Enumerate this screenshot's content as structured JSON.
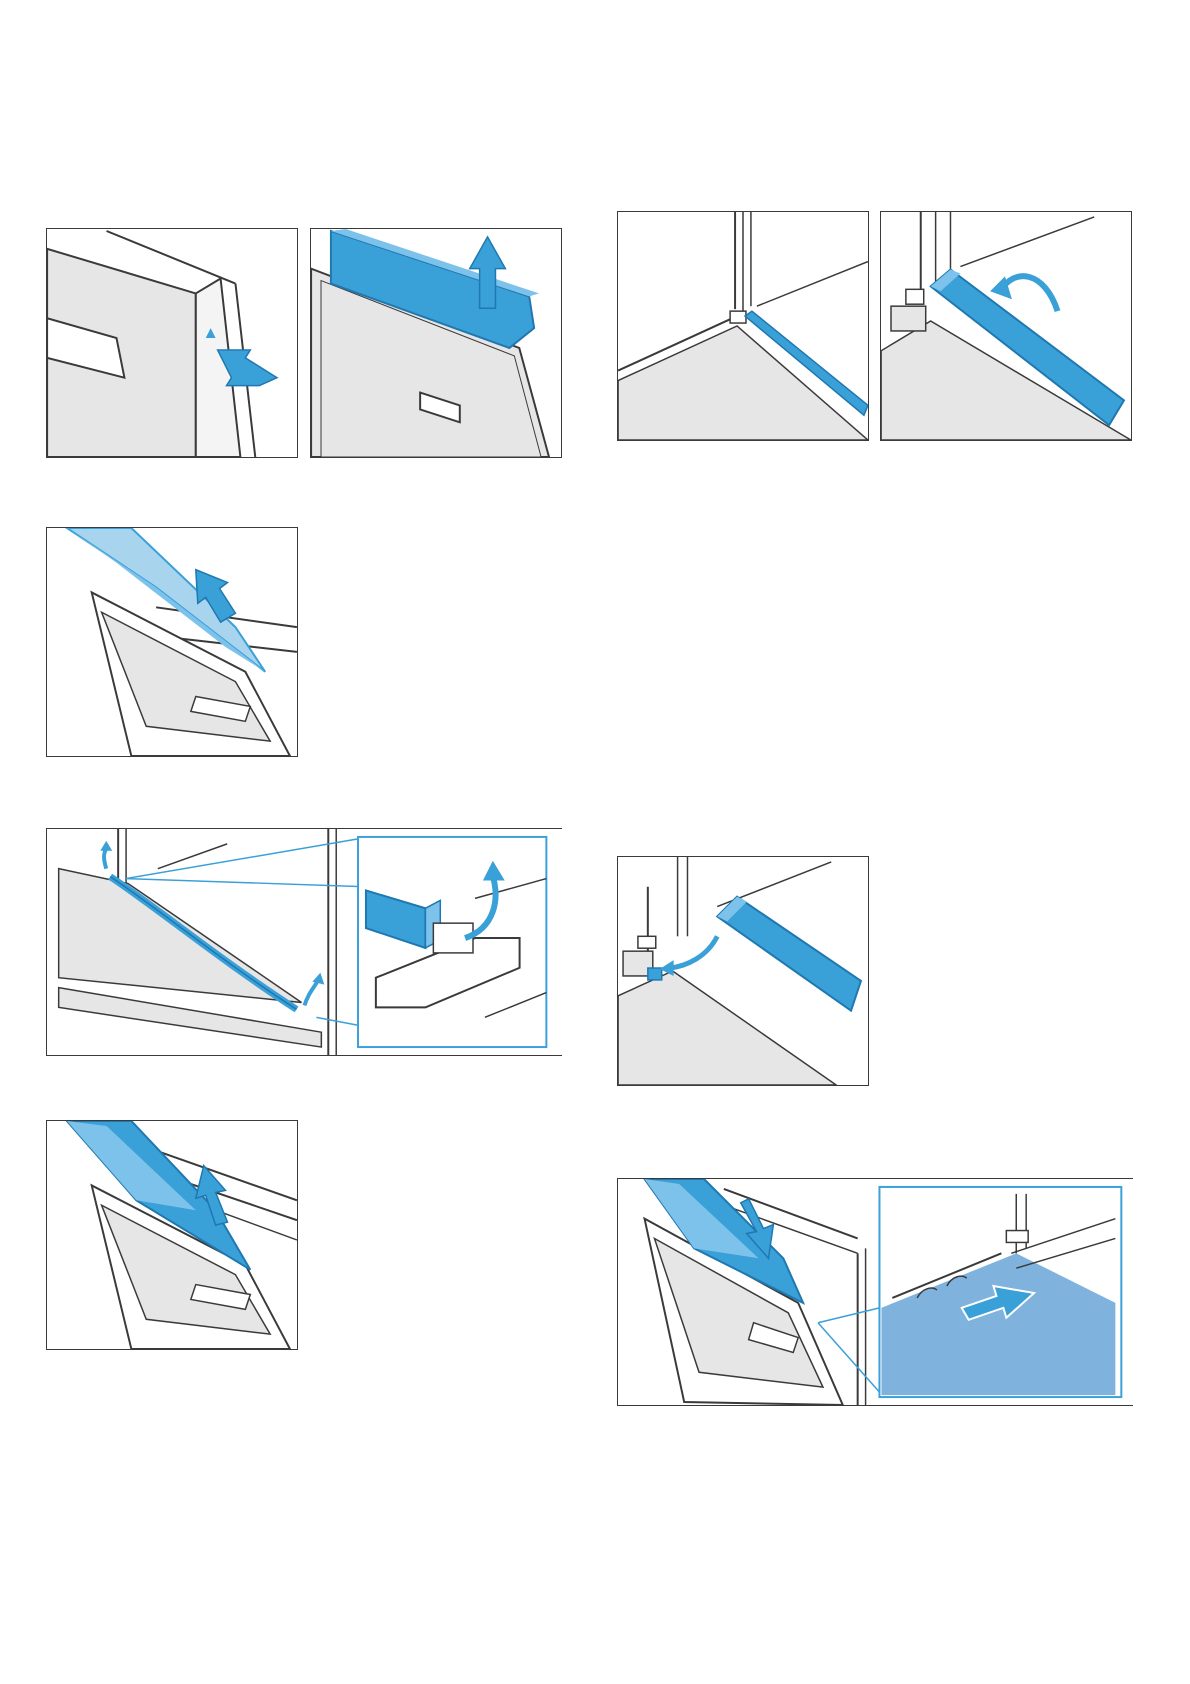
{
  "page": {
    "background": "#ffffff",
    "colors": {
      "accent_blue": "#3aa0d8",
      "accent_blue_light": "#a9d4ee",
      "line": "#3a3a3a",
      "panel_gray": "#e4e4e4"
    }
  },
  "figures": [
    {
      "id": "fig-press-door-release",
      "icons": [
        "door-panel",
        "press-arrow-icon"
      ]
    },
    {
      "id": "fig-lift-off-door-cover",
      "icons": [
        "door-cover-strip",
        "up-arrow-icon"
      ]
    },
    {
      "id": "fig-remove-outer-glass",
      "icons": [
        "glass-pane",
        "up-arrow-icon"
      ]
    },
    {
      "id": "fig-remove-seal-detail",
      "icons": [
        "door-seal",
        "curved-arrow-icon",
        "detail-inset"
      ]
    },
    {
      "id": "fig-remove-inner-glass",
      "icons": [
        "glass-pane",
        "up-arrow-icon"
      ]
    },
    {
      "id": "fig-seal-corner",
      "icons": [
        "seal-strip"
      ]
    },
    {
      "id": "fig-flip-seal",
      "icons": [
        "seal-strip",
        "rotate-arrow-icon"
      ]
    },
    {
      "id": "fig-clip-seal",
      "icons": [
        "seal-strip",
        "curved-arrow-icon"
      ]
    },
    {
      "id": "fig-insert-glass-detail",
      "icons": [
        "glass-pane",
        "down-arrow-icon",
        "push-arrow-icon",
        "detail-inset"
      ]
    }
  ]
}
